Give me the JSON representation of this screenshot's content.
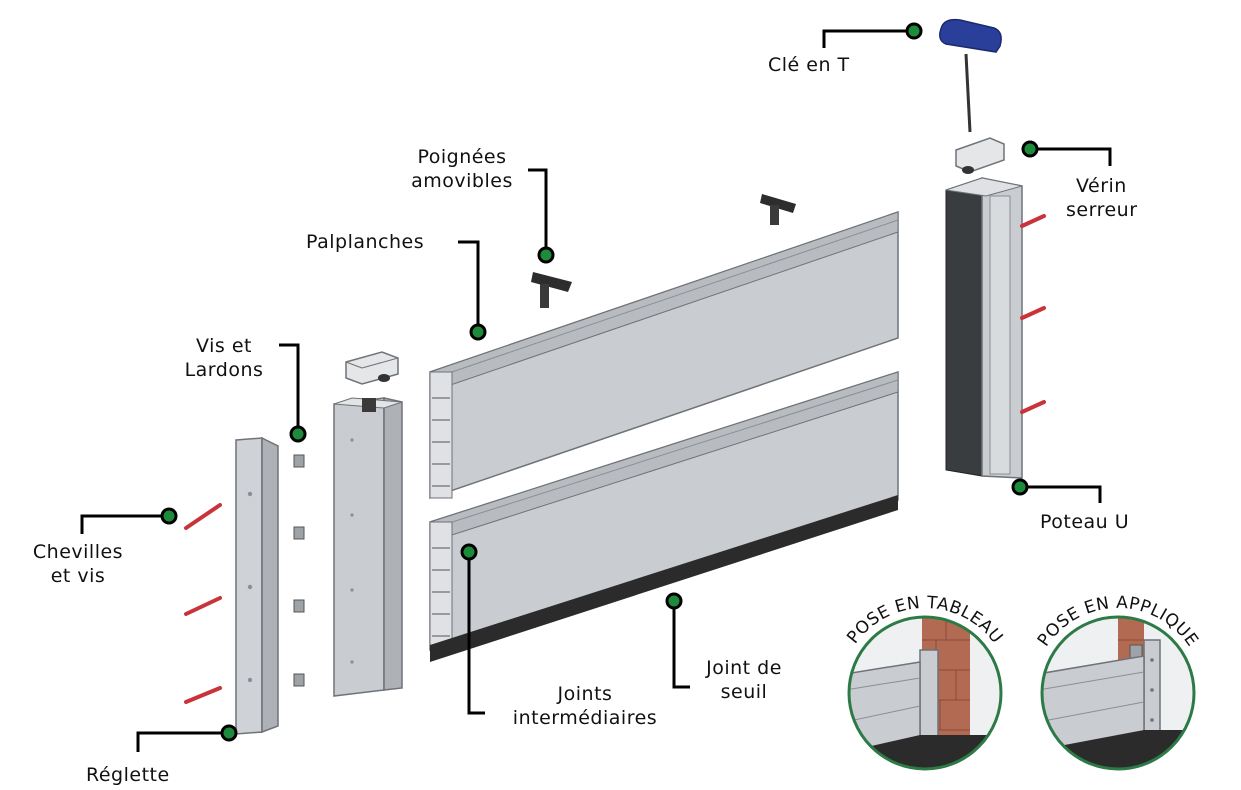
{
  "labels": {
    "cle": "Clé en T",
    "verin_1": "Vérin",
    "verin_2": "serreur",
    "poignees_1": "Poignées",
    "poignees_2": "amovibles",
    "palplanches": "Palplanches",
    "vis_1": "Vis et",
    "vis_2": "Lardons",
    "chevilles_1": "Chevilles",
    "chevilles_2": "et vis",
    "reglette": "Réglette",
    "poteau": "Poteau U",
    "joint_seuil_1": "Joint de",
    "joint_seuil_2": "seuil",
    "joints_int_1": "Joints",
    "joints_int_2": "intermédiaires"
  },
  "insets": {
    "tableau": "POSE EN TABLEAU",
    "applique": "POSE EN APPLIQUE"
  },
  "colors": {
    "marker": "#1e8a3c",
    "inset_ring": "#2c7a45",
    "handle_blue": "#2a3f9a",
    "pin_red": "#c8343a",
    "brick": "#b36a52",
    "aluminium": "#c9ccd0",
    "seal": "#2b2b2b"
  }
}
